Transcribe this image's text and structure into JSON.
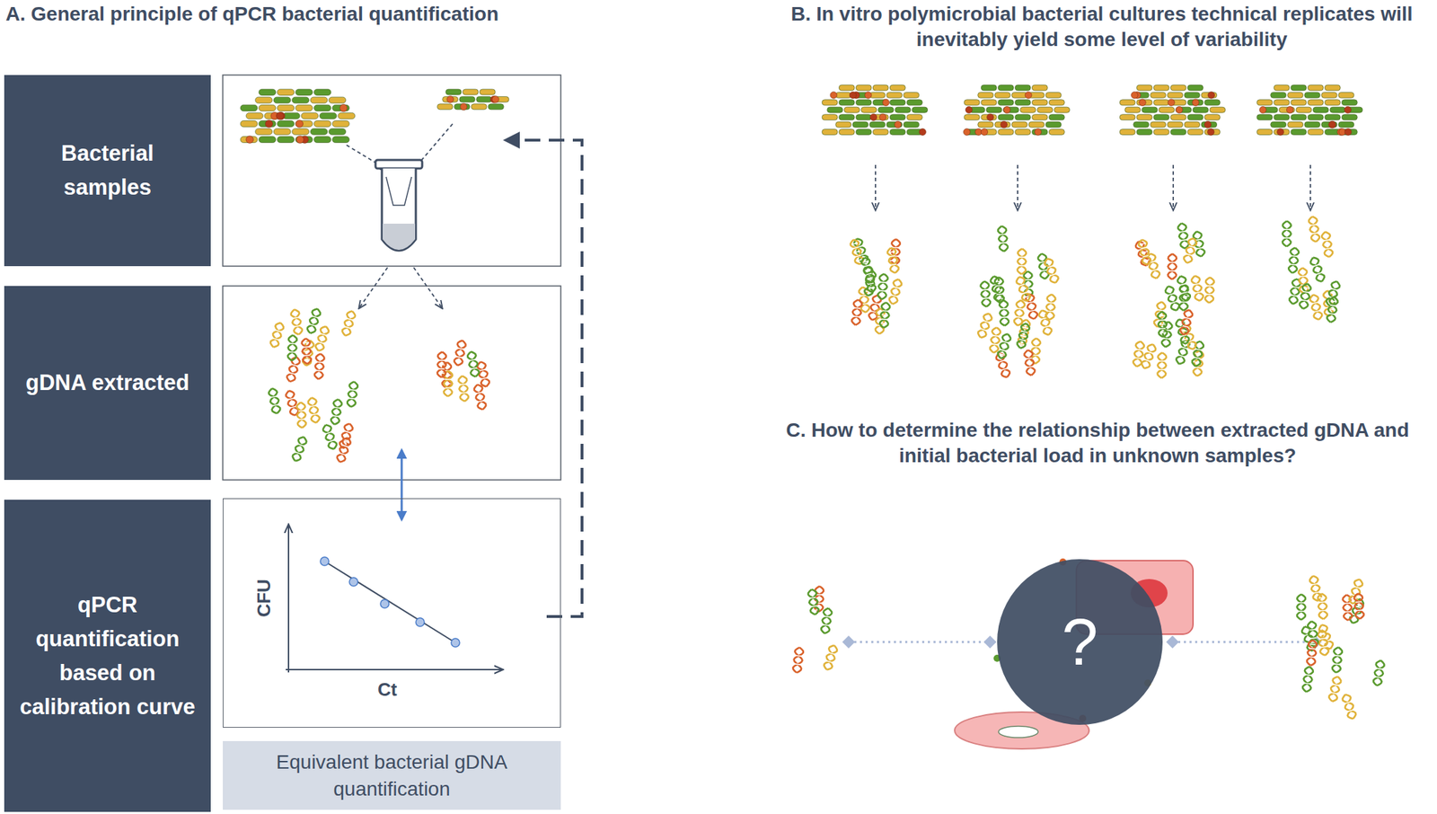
{
  "diagram": {
    "nodes": [
      {
        "text": [
          "Bacterial samples"
        ]
      },
      {
        "text": [
          "gDNA extracted"
        ]
      },
      {
        "text": [
          "qPCR quantification based on calibration curve"
        ]
      },
      {
        "text": [
          "CFU",
          "Ct"
        ]
      },
      {
        "text": [
          "Equivalent bacterial gDNA quantification"
        ]
      },
      {
        "text": [
          "?"
        ]
      }
    ],
    "labels": [
      "A. General principle of qPCR bacterial quantification",
      "B. In vitro polymicrobial bacterial cultures technical replicates will inevitably yield some level of variability",
      "C. How to determine the relationship between extracted gDNA and initial bacterial load in unknown samples?"
    ]
  }
}
